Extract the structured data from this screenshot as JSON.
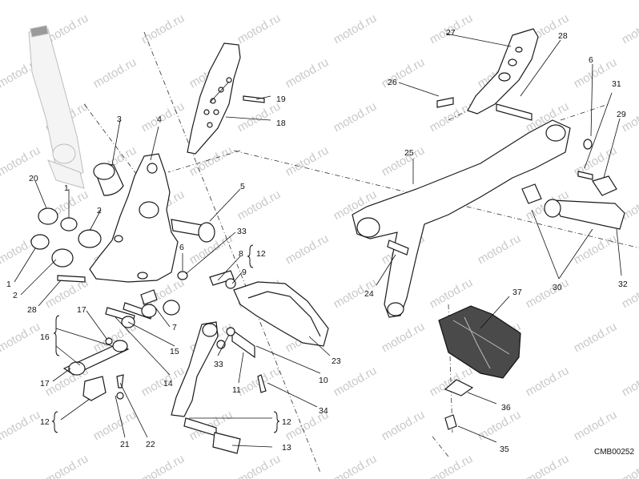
{
  "diagram": {
    "watermark": "motod.ru",
    "code": "CMB00252",
    "callouts": [
      {
        "id": "1a",
        "text": "1"
      },
      {
        "id": "1b",
        "text": "1"
      },
      {
        "id": "2a",
        "text": "2"
      },
      {
        "id": "2b",
        "text": "2"
      },
      {
        "id": "3",
        "text": "3"
      },
      {
        "id": "4",
        "text": "4"
      },
      {
        "id": "5",
        "text": "5"
      },
      {
        "id": "6a",
        "text": "6"
      },
      {
        "id": "6b",
        "text": "6"
      },
      {
        "id": "7",
        "text": "7"
      },
      {
        "id": "8",
        "text": "8"
      },
      {
        "id": "9",
        "text": "9"
      },
      {
        "id": "10",
        "text": "10"
      },
      {
        "id": "11",
        "text": "11"
      },
      {
        "id": "12a",
        "text": "12"
      },
      {
        "id": "12b",
        "text": "12"
      },
      {
        "id": "12c",
        "text": "12"
      },
      {
        "id": "13",
        "text": "13"
      },
      {
        "id": "14",
        "text": "14"
      },
      {
        "id": "15",
        "text": "15"
      },
      {
        "id": "16",
        "text": "16"
      },
      {
        "id": "17a",
        "text": "17"
      },
      {
        "id": "17b",
        "text": "17"
      },
      {
        "id": "18",
        "text": "18"
      },
      {
        "id": "19",
        "text": "19"
      },
      {
        "id": "20",
        "text": "20"
      },
      {
        "id": "21",
        "text": "21"
      },
      {
        "id": "22",
        "text": "22"
      },
      {
        "id": "23",
        "text": "23"
      },
      {
        "id": "24",
        "text": "24"
      },
      {
        "id": "25",
        "text": "25"
      },
      {
        "id": "26",
        "text": "26"
      },
      {
        "id": "27",
        "text": "27"
      },
      {
        "id": "28a",
        "text": "28"
      },
      {
        "id": "28b",
        "text": "28"
      },
      {
        "id": "29",
        "text": "29"
      },
      {
        "id": "30",
        "text": "30"
      },
      {
        "id": "31",
        "text": "31"
      },
      {
        "id": "32",
        "text": "32"
      },
      {
        "id": "33a",
        "text": "33"
      },
      {
        "id": "33b",
        "text": "33"
      },
      {
        "id": "34",
        "text": "34"
      },
      {
        "id": "35",
        "text": "35"
      },
      {
        "id": "36",
        "text": "36"
      },
      {
        "id": "37",
        "text": "37"
      }
    ]
  }
}
